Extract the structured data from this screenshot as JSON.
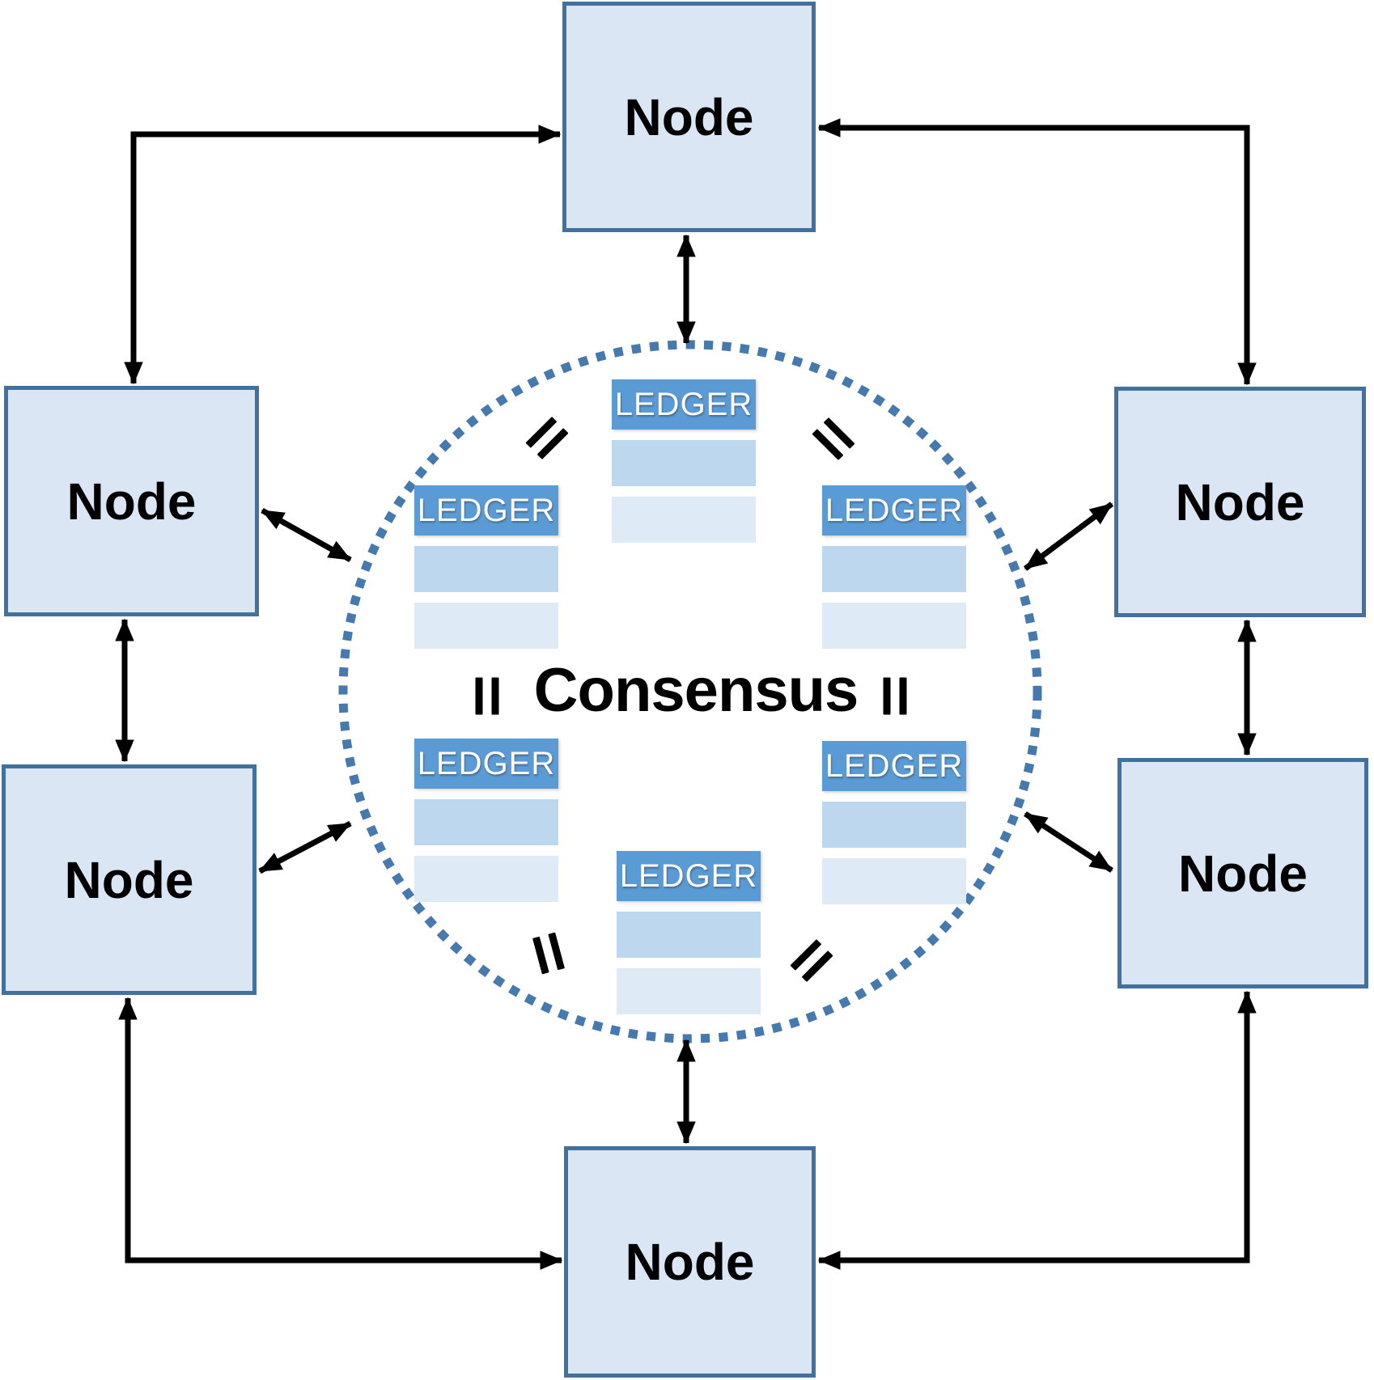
{
  "nodes": [
    {
      "id": "top",
      "label": "Node"
    },
    {
      "id": "upper-left",
      "label": "Node"
    },
    {
      "id": "upper-right",
      "label": "Node"
    },
    {
      "id": "lower-left",
      "label": "Node"
    },
    {
      "id": "lower-right",
      "label": "Node"
    },
    {
      "id": "bottom",
      "label": "Node"
    }
  ],
  "consensus": {
    "label": "Consensus"
  },
  "ledgers": [
    {
      "position": "top-center",
      "header": "LEDGER"
    },
    {
      "position": "middle-left",
      "header": "LEDGER"
    },
    {
      "position": "middle-right",
      "header": "LEDGER"
    },
    {
      "position": "lower-left",
      "header": "LEDGER"
    },
    {
      "position": "lower-right",
      "header": "LEDGER"
    },
    {
      "position": "bottom-center",
      "header": "LEDGER"
    }
  ],
  "equals_signs": [
    {
      "position": "upper-left",
      "symbol": "="
    },
    {
      "position": "upper-right",
      "symbol": "="
    },
    {
      "position": "middle-left",
      "symbol": "="
    },
    {
      "position": "middle-right",
      "symbol": "="
    },
    {
      "position": "lower-left",
      "symbol": "="
    },
    {
      "position": "lower-right",
      "symbol": "="
    }
  ],
  "colors": {
    "node_fill": "#dbe6f4",
    "node_border": "#41719c",
    "ledger_header": "#5b9bd5",
    "ledger_row_medium": "#bdd7ee",
    "ledger_row_light": "#deeaf6",
    "circle_dots": "#4679ad",
    "arrow": "#000000",
    "text": "#000000"
  }
}
